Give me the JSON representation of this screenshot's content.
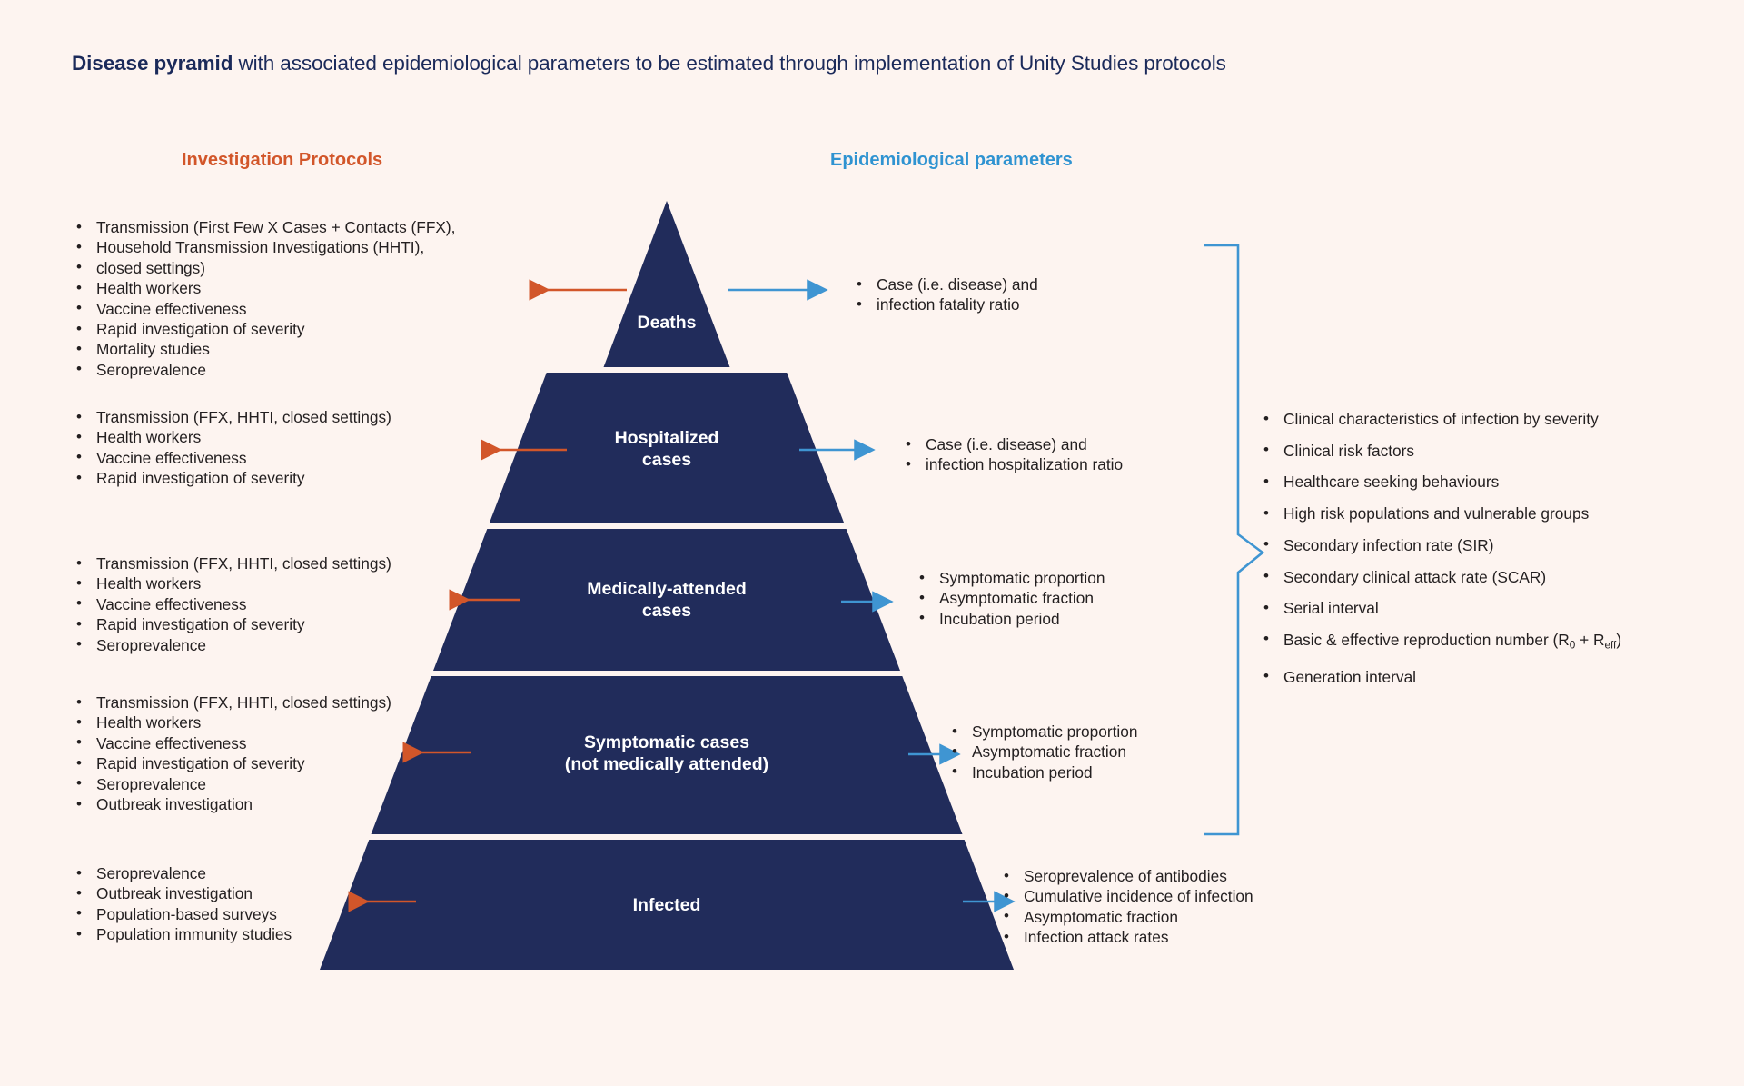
{
  "title": {
    "bold_lead": "Disease pyramid",
    "rest": " with associated epidemiological parameters to be estimated through implementation of Unity Studies protocols"
  },
  "headers": {
    "left": "Investigation Protocols",
    "middle": "Epidemiological parameters"
  },
  "colors": {
    "background": "#fdf4f0",
    "pyramid_navy": "#212c5b",
    "orange_accent": "#d2562a",
    "blue_accent": "#2f93d1",
    "title_navy": "#1b2a5a",
    "body_text": "#231f20"
  },
  "pyramid": {
    "tiers": [
      {
        "id": "deaths",
        "label": "Deaths"
      },
      {
        "id": "hospitalized",
        "label": "Hospitalized\ncases"
      },
      {
        "id": "medically-attended",
        "label": "Medically-attended\ncases"
      },
      {
        "id": "symptomatic",
        "label": "Symptomatic cases\n(not medically attended)"
      },
      {
        "id": "infected",
        "label": "Infected"
      }
    ]
  },
  "investigation_protocols": [
    {
      "tier": "deaths",
      "items": [
        "Transmission (First Few X Cases + Contacts (FFX),",
        "Household Transmission Investigations (HHTI),",
        "closed settings)",
        "Health workers",
        "Vaccine effectiveness",
        "Rapid investigation of severity",
        "Mortality studies",
        "Seroprevalence"
      ]
    },
    {
      "tier": "hospitalized",
      "items": [
        "Transmission (FFX, HHTI, closed settings)",
        "Health workers",
        "Vaccine effectiveness",
        "Rapid investigation of severity"
      ]
    },
    {
      "tier": "medically-attended",
      "items": [
        "Transmission (FFX, HHTI, closed settings)",
        "Health workers",
        "Vaccine effectiveness",
        "Rapid investigation of severity",
        "Seroprevalence"
      ]
    },
    {
      "tier": "symptomatic",
      "items": [
        "Transmission (FFX, HHTI, closed settings)",
        "Health workers",
        "Vaccine effectiveness",
        "Rapid investigation of severity",
        "Seroprevalence",
        "Outbreak investigation"
      ]
    },
    {
      "tier": "infected",
      "items": [
        "Seroprevalence",
        "Outbreak investigation",
        "Population-based surveys",
        "Population immunity studies"
      ]
    }
  ],
  "epidemiological_parameters": [
    {
      "tier": "deaths",
      "items": [
        "Case (i.e. disease) and",
        "infection fatality ratio"
      ]
    },
    {
      "tier": "hospitalized",
      "items": [
        "Case (i.e. disease) and",
        "infection hospitalization ratio"
      ]
    },
    {
      "tier": "medically-attended",
      "items": [
        "Symptomatic proportion",
        "Asymptomatic fraction",
        "Incubation period"
      ]
    },
    {
      "tier": "symptomatic",
      "items": [
        "Symptomatic proportion",
        "Asymptomatic fraction",
        "Incubation period"
      ]
    },
    {
      "tier": "infected",
      "items": [
        "Seroprevalence of antibodies",
        "Cumulative incidence of infection",
        "Asymptomatic fraction",
        "Infection attack rates"
      ]
    }
  ],
  "cross_cutting_parameters": {
    "items": [
      {
        "text": "Clinical characteristics of infection by severity"
      },
      {
        "text": "Clinical risk factors"
      },
      {
        "text": "Healthcare seeking behaviours"
      },
      {
        "text": "High risk populations and vulnerable groups"
      },
      {
        "text": "Secondary infection rate (SIR)"
      },
      {
        "text": "Secondary clinical attack rate (SCAR)"
      },
      {
        "text": "Serial interval"
      },
      {
        "html": "Basic &amp; effective reproduction number (R<span class=\"sub\">0</span> + R<span class=\"sub\">eff</span>)"
      },
      {
        "text": "Generation interval"
      }
    ]
  }
}
